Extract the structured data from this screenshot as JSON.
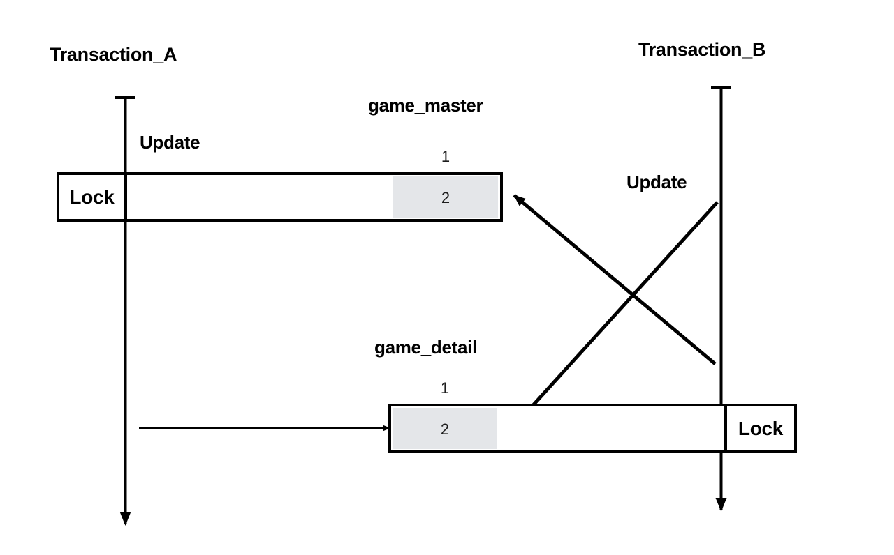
{
  "diagram": {
    "type": "deadlock-sequence-diagram",
    "background": "#ffffff",
    "line_color": "#000000",
    "cell_fill": "#e4e6e9"
  },
  "actors": [
    {
      "id": "transaction_a",
      "label": "Transaction_A",
      "side": "left"
    },
    {
      "id": "transaction_b",
      "label": "Transaction_B",
      "side": "right"
    }
  ],
  "tables": [
    {
      "id": "game_master",
      "title": "game_master",
      "row_index": "1",
      "cell_value": "2",
      "lock_label": "Lock",
      "lock_owner": "Transaction_A",
      "lock_side": "left"
    },
    {
      "id": "game_detail",
      "title": "game_detail",
      "row_index": "1",
      "cell_value": "2",
      "lock_label": "Lock",
      "lock_owner": "Transaction_B",
      "lock_side": "right"
    }
  ],
  "messages": [
    {
      "id": "update_a",
      "label": "Update",
      "from": "Transaction_A",
      "to": "game_master",
      "style": "horizontal-right"
    },
    {
      "id": "update_b",
      "label": "Update",
      "from": "Transaction_B",
      "to": "game_detail",
      "style": "diagonal-down-left"
    },
    {
      "id": "wait_a",
      "label": "",
      "from": "Transaction_A",
      "to": "game_detail",
      "style": "horizontal-right"
    },
    {
      "id": "wait_b",
      "label": "",
      "from": "Transaction_B",
      "to": "game_master",
      "style": "diagonal-up-left"
    }
  ]
}
